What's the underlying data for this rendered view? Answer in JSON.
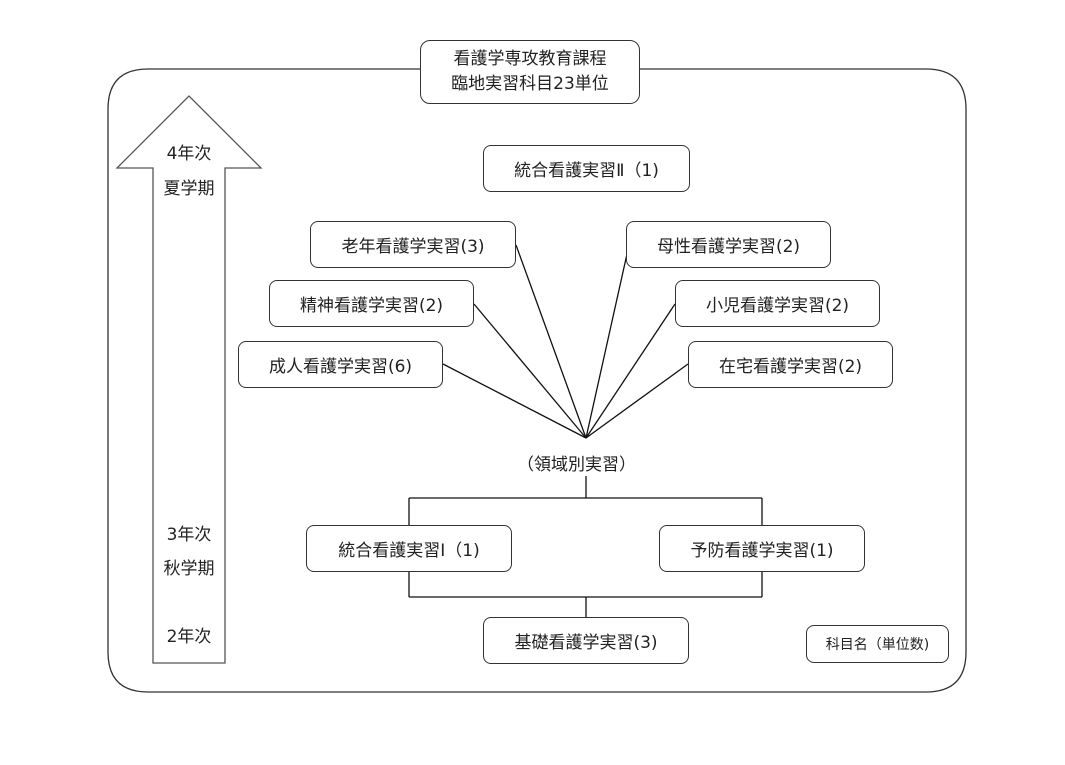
{
  "title": {
    "line1": "看護学専攻教育課程",
    "line2": "臨地実習科目23単位"
  },
  "timeline": {
    "top_line1": "4年次",
    "top_line2": "夏学期",
    "mid_line1": "3年次",
    "mid_line2": "秋学期",
    "bottom": "2年次"
  },
  "courses": {
    "integrated_2": "統合看護実習Ⅱ（1)",
    "gerontological": "老年看護学実習(3)",
    "psychiatric": "精神看護学実習(2)",
    "adult": "成人看護学実習(6)",
    "maternal": "母性看護学実習(2)",
    "pediatric": "小児看護学実習(2)",
    "home_care": "在宅看護学実習(2)",
    "integrated_1": "統合看護実習Ⅰ（1)",
    "preventive": "予防看護学実習(1)",
    "fundamental": "基礎看護学実習(3)"
  },
  "group_label": "（領域別実習）",
  "legend": "科目名（単位数)"
}
